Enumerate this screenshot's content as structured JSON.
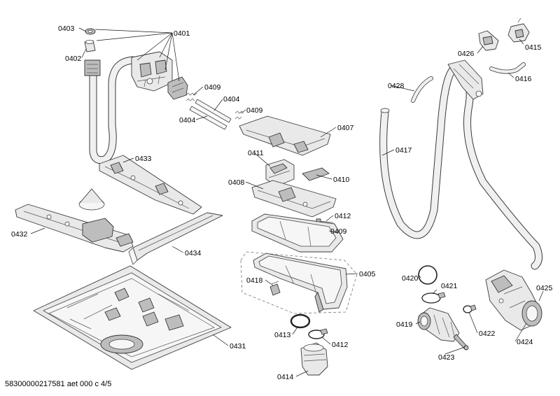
{
  "labels": {
    "p0401": "0401",
    "p0402": "0402",
    "p0403": "0403",
    "p0404a": "0404",
    "p0404b": "0404",
    "p0405": "0405",
    "p0407": "0407",
    "p0408": "0408",
    "p0409a": "0409",
    "p0409b": "0409",
    "p0409c": "0409",
    "p0410": "0410",
    "p0411": "0411",
    "p0412a": "0412",
    "p0412b": "0412",
    "p0413": "0413",
    "p0414": "0414",
    "p0415": "0415",
    "p0416": "0416",
    "p0417": "0417",
    "p0418": "0418",
    "p0419": "0419",
    "p0420": "0420",
    "p0421": "0421",
    "p0422": "0422",
    "p0423": "0423",
    "p0424": "0424",
    "p0425": "0425",
    "p0426": "0426",
    "p0428": "0428",
    "p0431": "0431",
    "p0432": "0432",
    "p0433": "0433",
    "p0434": "0434"
  },
  "document_code": "58300000217581 aet 000 c 4/5"
}
